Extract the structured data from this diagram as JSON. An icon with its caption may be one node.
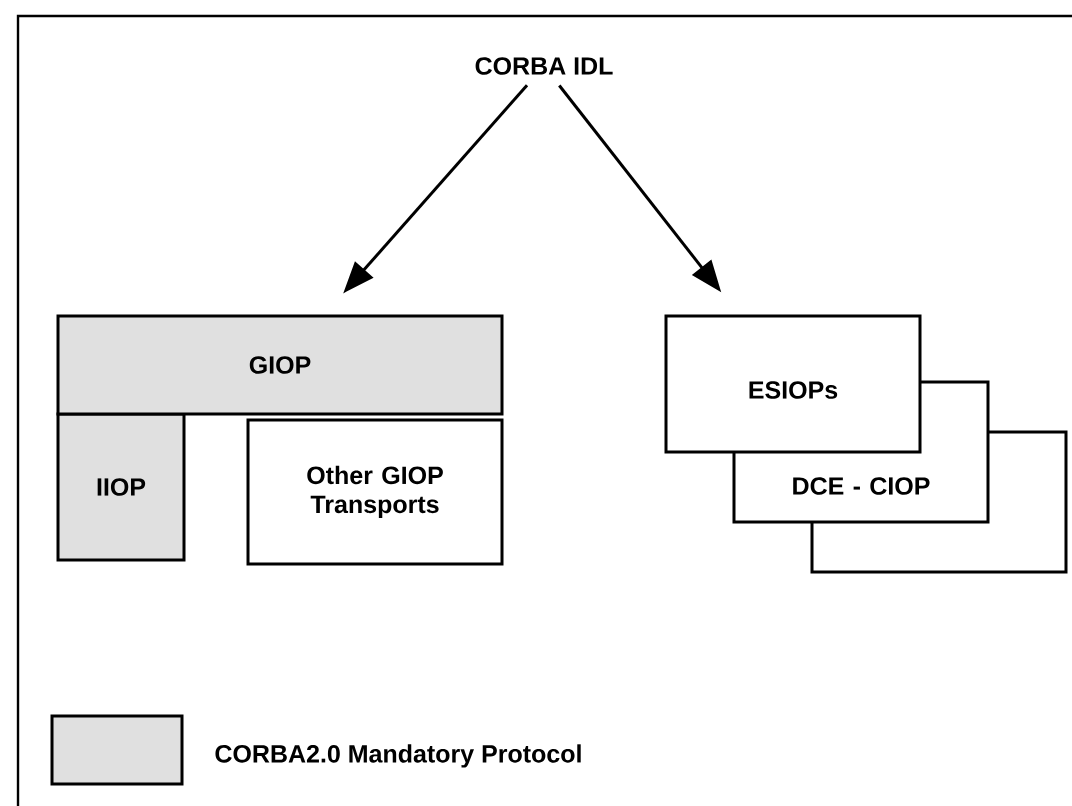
{
  "diagram": {
    "nodes": [
      {
        "text": [
          "CORBA IDL"
        ]
      },
      {
        "text": [
          "GIOP"
        ]
      },
      {
        "text": [
          "IIOP"
        ]
      },
      {
        "text": [
          "Other GIOP Transports"
        ]
      },
      {
        "text": [
          "ESIOPs"
        ]
      },
      {
        "text": [
          "DCE - CIOP"
        ]
      },
      {
        "text": [],
        "shape": "box"
      }
    ],
    "edges": [
      {
        "from": 0,
        "to": 1,
        "arrow": "to"
      },
      {
        "from": 0,
        "to": 4,
        "arrow": "to"
      }
    ],
    "legend": [
      {
        "text": "CORBA2.0 Mandatory Protocol",
        "color": "#e0e0e0"
      }
    ]
  }
}
